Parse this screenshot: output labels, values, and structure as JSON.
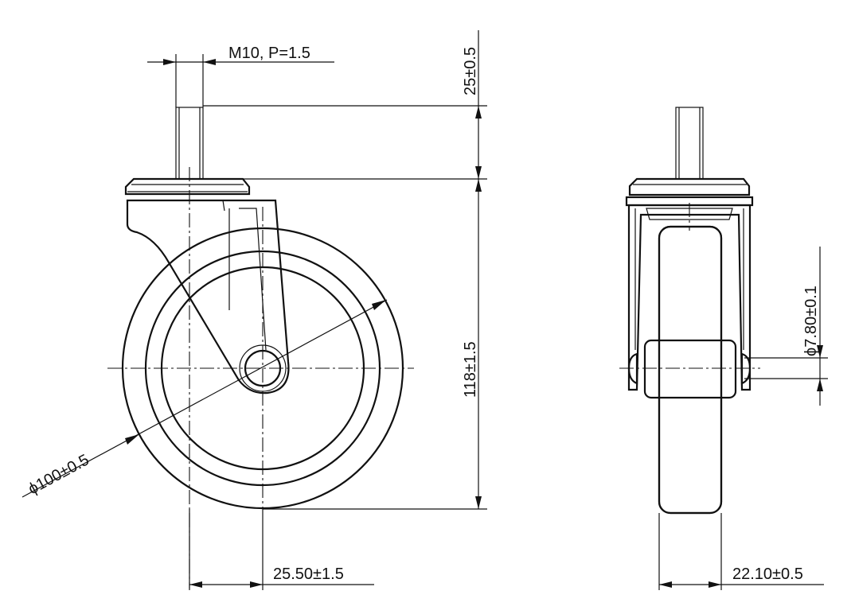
{
  "dimensions": {
    "thread": "M10, P=1.5",
    "stem_height": "25±0.5",
    "overall_height": "118±1.5",
    "wheel_diameter": "ϕ100±0.5",
    "swivel_offset": "25.50±1.5",
    "axle_diameter": "ϕ7.80±0.1",
    "wheel_width": "22.10±0.5"
  },
  "views": [
    "side-view",
    "front-view"
  ]
}
